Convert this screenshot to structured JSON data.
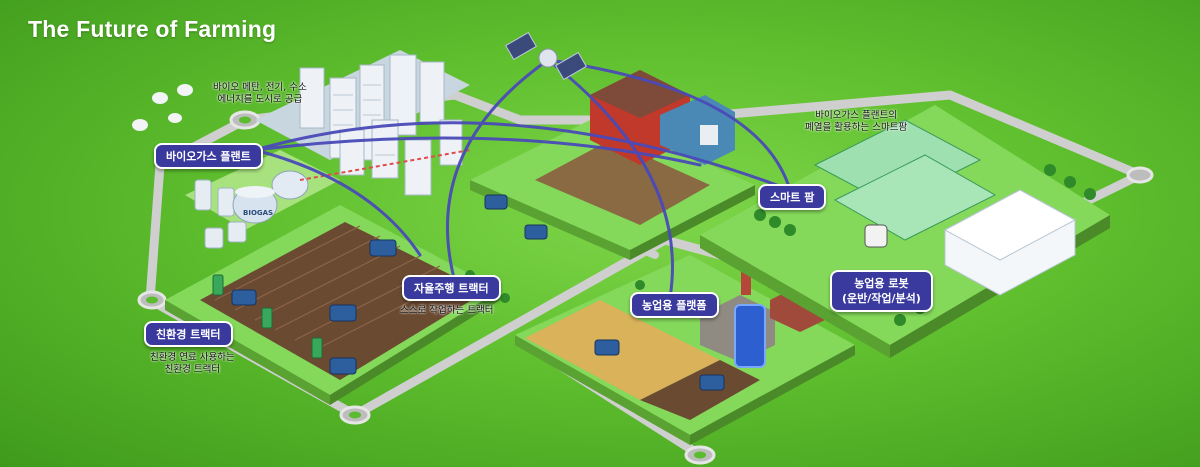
{
  "title": "The Future of Farming",
  "labels": {
    "biogas_plant": "바이오가스 플랜트",
    "biogas_caption_1": "바이오 메탄, 전기, 수소",
    "biogas_caption_2": "에너지를 도시로 공급",
    "eco_tractor": "친환경 트랙터",
    "eco_caption_1": "친환경 연료 사용하는",
    "eco_caption_2": "친환경 트랙터",
    "auto_tractor": "자율주행 트랙터",
    "auto_caption": "스스로 작업하는 트랙터",
    "ag_platform": "농업용 플랫폼",
    "smart_farm": "스마트 팜",
    "smart_caption_1": "바이오가스 플랜트의",
    "smart_caption_2": "폐열을 활용하는 스마트팜",
    "ag_robot_1": "농업용 로봇",
    "ag_robot_2": "(운반/작업/분석)"
  },
  "tank_text": "BIOGAS",
  "colors": {
    "label_bg": "#3a3a9e",
    "arc": "#4a4ab8",
    "grass": "#7ed957",
    "road": "#c9c9c9",
    "soil": "#6b4a32"
  }
}
